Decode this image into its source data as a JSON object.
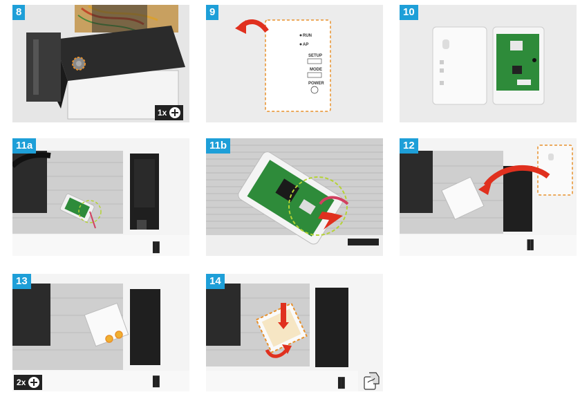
{
  "steps": {
    "s8": "8",
    "s9": "9",
    "s10": "10",
    "s11a": "11a",
    "s11b": "11b",
    "s12": "12",
    "s13": "13",
    "s14": "14"
  },
  "badges": {
    "step8_count": "1x",
    "step13_count": "2x"
  },
  "module_labels": {
    "run": "RUN",
    "ap": "AP",
    "setup": "SETUP",
    "mode": "MODE",
    "power": "POWER"
  },
  "colors": {
    "step_label_bg": "#1e9fd8",
    "arrow_red": "#e0301e",
    "highlight_orange": "#e8902a",
    "highlight_green": "#b5d334",
    "pcb_green": "#2e8b3a"
  }
}
